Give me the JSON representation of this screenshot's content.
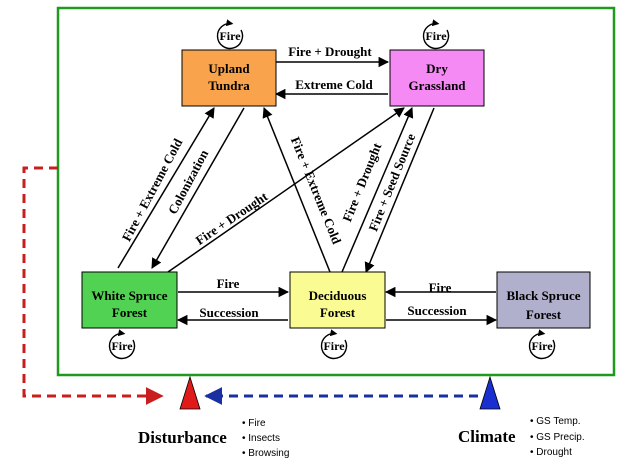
{
  "states": {
    "upland_tundra": {
      "line1": "Upland",
      "line2": "Tundra",
      "color": "#f9a44c"
    },
    "dry_grassland": {
      "line1": "Dry",
      "line2": "Grassland",
      "color": "#f58af5"
    },
    "white_spruce": {
      "line1": "White Spruce",
      "line2": "Forest",
      "color": "#52d252"
    },
    "deciduous": {
      "line1": "Deciduous",
      "line2": "Forest",
      "color": "#fbfb94"
    },
    "black_spruce": {
      "line1": "Black Spruce",
      "line2": "Forest",
      "color": "#b0b0cc"
    }
  },
  "self_loop_label": "Fire",
  "transitions": {
    "tundra_to_grassland": "Fire + Drought",
    "grassland_to_tundra": "Extreme  Cold",
    "white_to_tundra": "Fire + Extreme Cold",
    "tundra_to_white": "Colonization",
    "white_to_grassland": "Fire + Drought",
    "deciduous_to_tundra": "Fire + Extreme Cold",
    "deciduous_to_grassland": "Fire + Drought",
    "grassland_to_deciduous": "Fire + Seed Source",
    "white_to_deciduous": "Fire",
    "deciduous_to_white": "Succession",
    "black_to_deciduous": "Fire",
    "deciduous_to_black": "Succession"
  },
  "drivers": {
    "disturbance": {
      "title": "Disturbance",
      "color": "#e01a1a",
      "items": [
        "• Fire",
        "• Insects",
        "• Browsing"
      ]
    },
    "climate": {
      "title": "Climate",
      "color": "#1a2fd0",
      "items": [
        "• GS Temp.",
        "• GS Precip.",
        "• Drought"
      ]
    }
  },
  "frame_color": "#1f9a1f"
}
